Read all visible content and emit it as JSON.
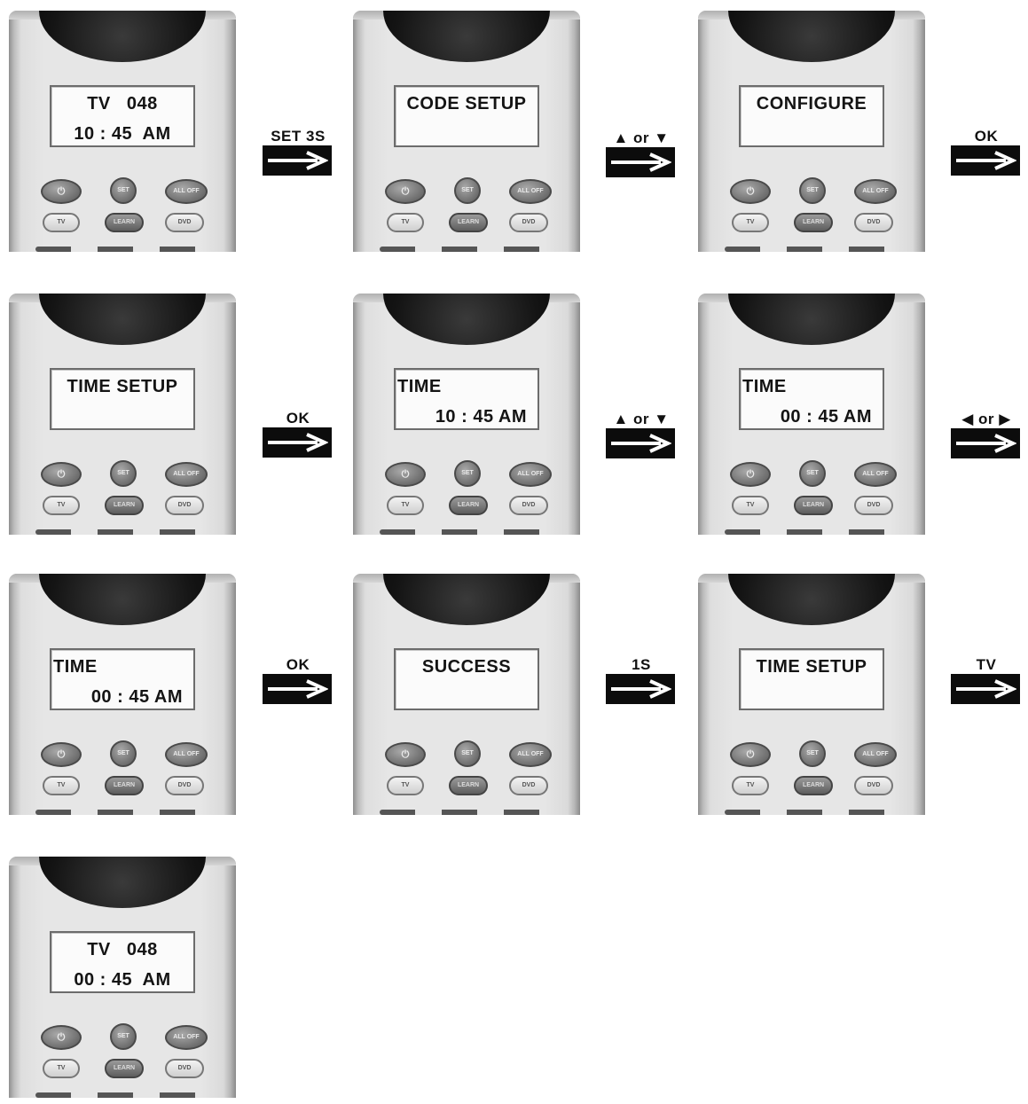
{
  "buttons": {
    "power": "⏻",
    "set": "SET",
    "all_off": "ALL OFF",
    "tv": "TV",
    "learn": "LEARN",
    "dvd": "DVD"
  },
  "steps": [
    {
      "line1": "TV   048",
      "line2": "10 : 45  AM"
    },
    {
      "line1": "CODE SETUP",
      "line2": ""
    },
    {
      "line1": "CONFIGURE",
      "line2": ""
    },
    {
      "line1": "TIME SETUP",
      "line2": ""
    },
    {
      "line1": "TIME",
      "line2": "10 : 45 AM"
    },
    {
      "line1": "TIME",
      "line2": "00 : 45 AM"
    },
    {
      "line1": "TIME",
      "line2": "00 : 45 AM"
    },
    {
      "line1": "SUCCESS",
      "line2": ""
    },
    {
      "line1": "TIME SETUP",
      "line2": ""
    },
    {
      "line1": "TV   048",
      "line2": "00 : 45  AM"
    }
  ],
  "transitions": [
    {
      "label": "SET 3S"
    },
    {
      "label": "▲ or ▼"
    },
    {
      "label": "OK"
    },
    {
      "label": "OK"
    },
    {
      "label": "▲ or ▼"
    },
    {
      "label": "◀ or ▶"
    },
    {
      "label": "OK"
    },
    {
      "label": "1S"
    },
    {
      "label": "TV"
    }
  ],
  "icons": {
    "arrow": "right-arrow-icon",
    "power": "power-icon",
    "up_down": "up-down-triangle-icons",
    "left_right": "left-right-triangle-icons"
  }
}
